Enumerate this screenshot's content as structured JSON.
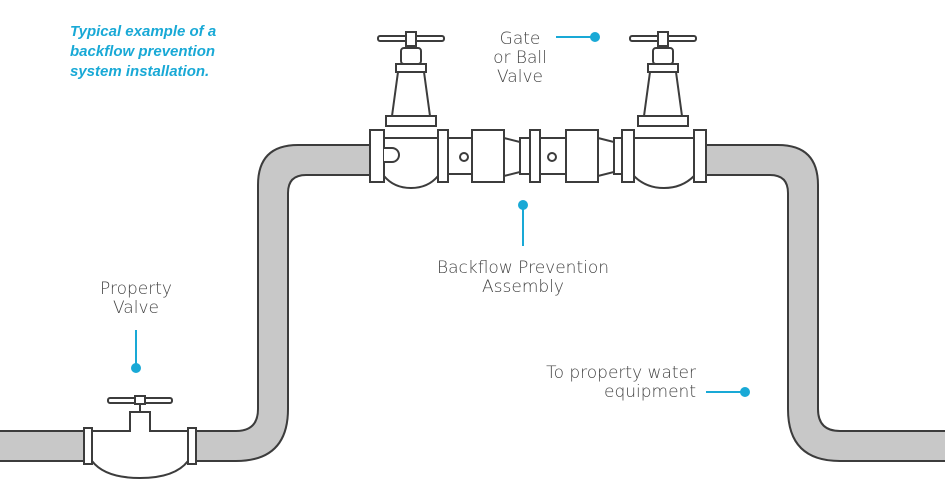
{
  "caption": {
    "lines": [
      "Typical example of a",
      "backflow prevention",
      "system installation."
    ]
  },
  "labels": {
    "gate_valve": [
      "Gate",
      "or Ball",
      "Valve"
    ],
    "backflow_assembly": [
      "Backflow Prevention",
      "Assembly"
    ],
    "property_valve": [
      "Property",
      "Valve"
    ],
    "to_equipment": [
      "To property water",
      "equipment"
    ]
  },
  "colors": {
    "accent": "#19a9d6",
    "pipe_fill": "#c8c8c8",
    "outline": "#3c3c3c",
    "text": "#444444"
  }
}
